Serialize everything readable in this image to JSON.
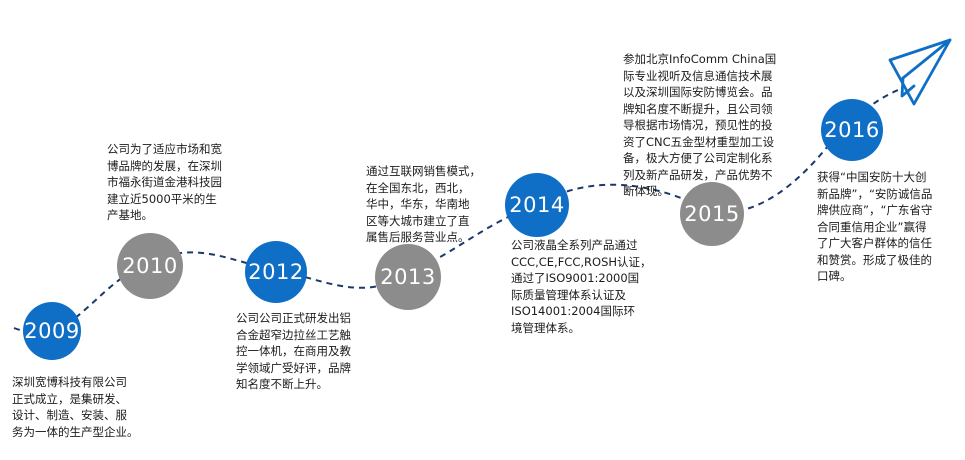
{
  "milestones": [
    {
      "year": "2009",
      "text": "深圳宽博科技有限公司\n正式成立，是集研发、\n设计、制造、安装、服\n务为一体的生产型企业。"
    },
    {
      "year": "2010",
      "text": "公司为了适应市场和宽\n博品牌的发展，在深圳\n市福永街道金港科技园\n建立近5000平米的生\n产基地。"
    },
    {
      "year": "2012",
      "text": "公司公司正式研发出铝\n合金超窄边拉丝工艺触\n控一体机，在商用及教\n学领域广受好评，品牌\n知名度不断上升。"
    },
    {
      "year": "2013",
      "text": "通过互联网销售模式，\n在全国东北，西北，\n华中，华东，华南地\n区等大城市建立了直\n属售后服务营业点。"
    },
    {
      "year": "2014",
      "text": "公司液晶全系列产品通过\nCCC,CE,FCC,ROSH认证，\n通过了ISO9001:2000国\n际质量管理体系认证及\nISO14001:2004国际环\n境管理体系。"
    },
    {
      "year": "2015",
      "text": "参加北京InfoComm China国\n际专业视听及信息通信技术展\n以及深圳国际安防博览会。品\n牌知名度不断提升，且公司领\n导根据市场情况，预见性的投\n资了CNC五金型材重型加工设\n备，极大方便了公司定制化系\n列及新产品研发，产品优势不\n断体现。"
    },
    {
      "year": "2016",
      "text": "获得“中国安防十大创\n新品牌”，“安防诚信品\n牌供应商”，“广东省守\n合同重信用企业”赢得\n了广大客户群体的信任\n和赞赏。形成了极佳的\n口碑。"
    }
  ],
  "colors": {
    "blue": "#0f6fc6",
    "gray": "#8c8c8c",
    "line": "#1a3a6a"
  },
  "icons": {
    "end": "paper-plane-icon"
  }
}
